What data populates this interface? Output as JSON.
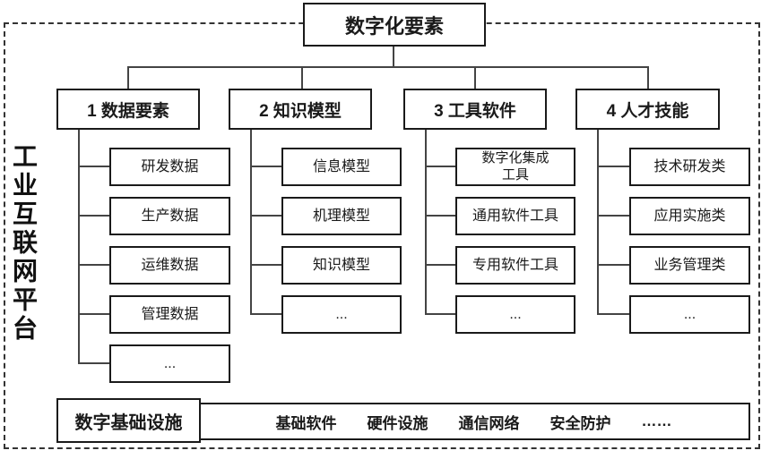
{
  "title": "数字化要素",
  "platform_label": "工业互联网平台",
  "columns": [
    {
      "label": "1 数据要素",
      "items": [
        "研发数据",
        "生产数据",
        "运维数据",
        "管理数据",
        "..."
      ]
    },
    {
      "label": "2 知识模型",
      "items": [
        "信息模型",
        "机理模型",
        "知识模型",
        "..."
      ]
    },
    {
      "label": "3 工具软件",
      "items": [
        "数字化集成\n工具",
        "通用软件工具",
        "专用软件工具",
        "..."
      ]
    },
    {
      "label": "4 人才技能",
      "items": [
        "技术研发类",
        "应用实施类",
        "业务管理类",
        "..."
      ]
    }
  ],
  "infrastructure": {
    "label": "数字基础设施",
    "items": [
      "基础软件",
      "硬件设施",
      "通信网络",
      "安全防护",
      "……"
    ]
  },
  "colors": {
    "background": "#ffffff",
    "border": "#1a1a1a",
    "line": "#444444"
  }
}
